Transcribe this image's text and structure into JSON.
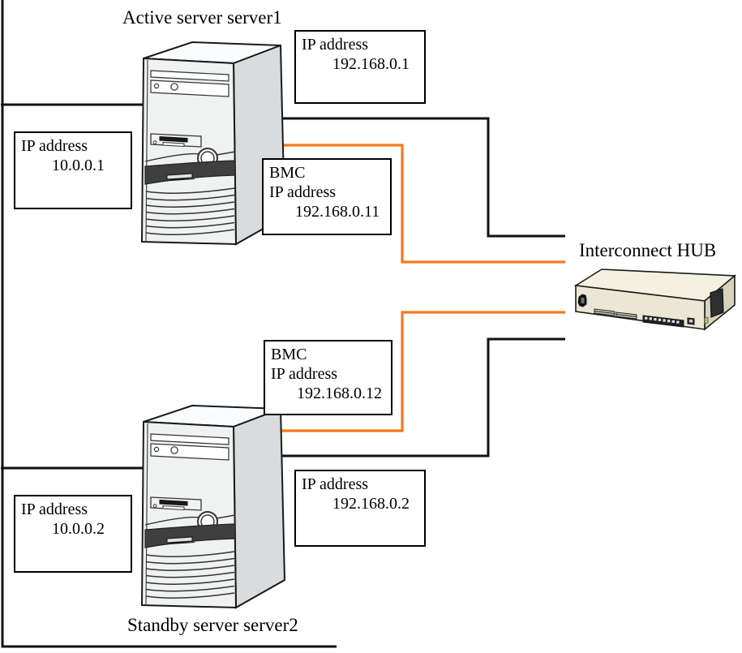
{
  "labels": {
    "active_server": "Active server server1",
    "standby_server": "Standby server server2",
    "interconnect_hub": "Interconnect HUB"
  },
  "ip_boxes": {
    "server1_interconnect": {
      "label": "IP address",
      "value": "192.168.0.1"
    },
    "server1_public": {
      "label": "IP address",
      "value": "10.0.0.1"
    },
    "server1_bmc": {
      "heading": "BMC",
      "label": "IP address",
      "value": "192.168.0.11"
    },
    "server2_bmc": {
      "heading": "BMC",
      "label": "IP address",
      "value": "192.168.0.12"
    },
    "server2_interconnect": {
      "label": "IP address",
      "value": "192.168.0.2"
    },
    "server2_public": {
      "label": "IP address",
      "value": "10.0.0.2"
    }
  },
  "icons": {
    "server1": "tower-server-icon",
    "server2": "tower-server-icon",
    "hub": "network-hub-icon"
  },
  "colors": {
    "lan_wire": "#111111",
    "bmc_wire": "#f5791d",
    "box_border": "#000000",
    "box_background": "#ffffff",
    "server_front": "#f0f1f1",
    "server_side": "#d9dbdc",
    "server_top": "#fafbfc",
    "server_band": "#3f3f3f",
    "hub_front": "#ebe7d4",
    "hub_top": "#f4f1e1",
    "hub_side": "#d7d3bd",
    "background": "#ffffff"
  }
}
